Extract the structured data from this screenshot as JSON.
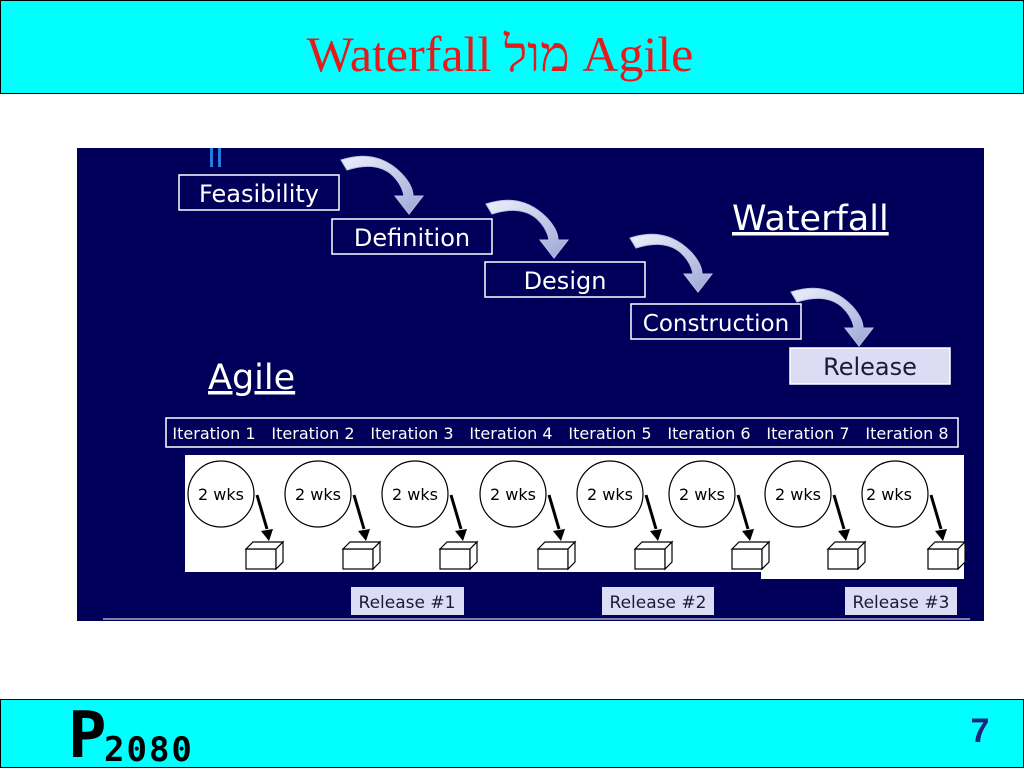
{
  "slide": {
    "title": "Waterfall מול Agile",
    "page_number": "7"
  },
  "logo": {
    "letter": "P",
    "number": "2080"
  },
  "diagram": {
    "waterfall_label": "Waterfall",
    "agile_label": "Agile",
    "waterfall_steps": [
      "Feasibility",
      "Definition",
      "Design",
      "Construction",
      "Release"
    ],
    "iterations": [
      "Iteration 1",
      "Iteration 2",
      "Iteration 3",
      "Iteration 4",
      "Iteration 5",
      "Iteration 6",
      "Iteration 7",
      "Iteration 8"
    ],
    "iteration_durations": [
      "2 wks",
      "2 wks",
      "2 wks",
      "2 wks",
      "2 wks",
      "2 wks",
      "2 wks",
      "2 wks"
    ],
    "releases": [
      "Release #1",
      "Release #2",
      "Release #3"
    ],
    "colors": {
      "background": "#00005a",
      "header": "#00ffff",
      "title": "#e31b1b",
      "release_box": "#dcdcf5",
      "curved_arrow": "#c9d2ee"
    }
  }
}
